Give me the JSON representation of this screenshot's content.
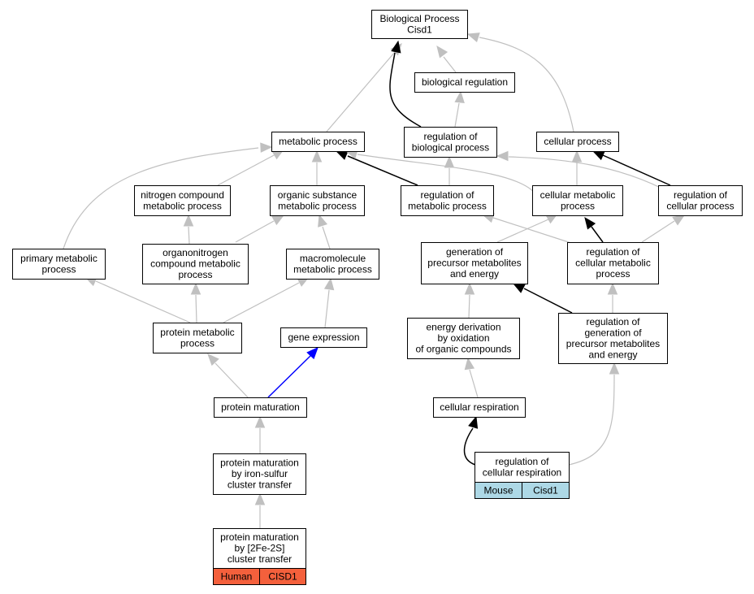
{
  "nodes": {
    "bp": {
      "lines": [
        "Biological Process",
        "Cisd1"
      ]
    },
    "bioreg": {
      "lines": [
        "biological regulation"
      ]
    },
    "metab": {
      "lines": [
        "metabolic process"
      ]
    },
    "regbio": {
      "lines": [
        "regulation of",
        "biological process"
      ]
    },
    "cellproc": {
      "lines": [
        "cellular process"
      ]
    },
    "nitro": {
      "lines": [
        "nitrogen compound",
        "metabolic process"
      ]
    },
    "orgsub": {
      "lines": [
        "organic substance",
        "metabolic process"
      ]
    },
    "regmetab": {
      "lines": [
        "regulation of",
        "metabolic process"
      ]
    },
    "cellmetab": {
      "lines": [
        "cellular metabolic",
        "process"
      ]
    },
    "regcell": {
      "lines": [
        "regulation of",
        "cellular process"
      ]
    },
    "primary": {
      "lines": [
        "primary metabolic",
        "process"
      ]
    },
    "organo": {
      "lines": [
        "organonitrogen",
        "compound metabolic",
        "process"
      ]
    },
    "macro": {
      "lines": [
        "macromolecule",
        "metabolic process"
      ]
    },
    "genprec": {
      "lines": [
        "generation of",
        "precursor metabolites",
        "and energy"
      ]
    },
    "regcellmetab": {
      "lines": [
        "regulation of",
        "cellular metabolic",
        "process"
      ]
    },
    "protmetab": {
      "lines": [
        "protein metabolic",
        "process"
      ]
    },
    "geneexp": {
      "lines": [
        "gene expression"
      ]
    },
    "energy": {
      "lines": [
        "energy derivation",
        "by oxidation",
        "of organic compounds"
      ]
    },
    "reggen": {
      "lines": [
        "regulation of",
        "generation of",
        "precursor metabolites",
        "and energy"
      ]
    },
    "protmat": {
      "lines": [
        "protein maturation"
      ]
    },
    "cellresp": {
      "lines": [
        "cellular respiration"
      ]
    },
    "protmatfes": {
      "lines": [
        "protein maturation",
        "by iron-sulfur",
        "cluster transfer"
      ]
    },
    "regcellresp": {
      "lines": [
        "regulation of",
        "cellular respiration"
      ],
      "cells": [
        "Mouse",
        "Cisd1"
      ],
      "cell_color": "#add8e6"
    },
    "protmat2fe": {
      "lines": [
        "protein maturation",
        "by [2Fe-2S]",
        "cluster transfer"
      ],
      "cells": [
        "Human",
        "CISD1"
      ],
      "cell_color": "#f4603c"
    }
  },
  "edge_colors": {
    "gray": "#c0c0c0",
    "black": "#000000",
    "blue": "#0000ff"
  }
}
